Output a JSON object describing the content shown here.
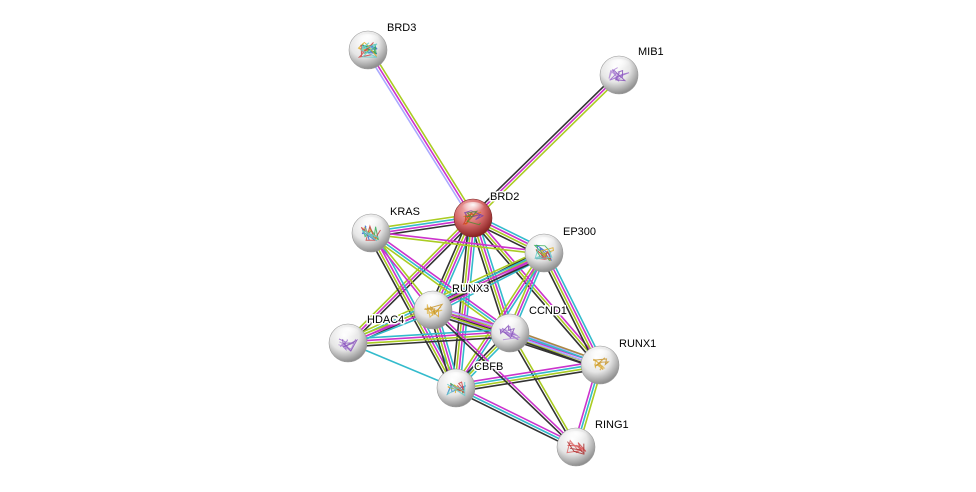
{
  "title": "STRING protein interaction network",
  "edge_colors": {
    "known_curated": "#33bbcc",
    "experimental": "#cc33cc",
    "textmining": "#aacc22",
    "coexpression": "#333333",
    "homology": "#aaaaff",
    "gene_neighborhood": "#aa8844"
  },
  "nodes": [
    {
      "id": "BRD3",
      "label": "BRD3",
      "query": false,
      "protein_hint": "rainbow"
    },
    {
      "id": "MIB1",
      "label": "MIB1",
      "query": false,
      "protein_hint": "purple"
    },
    {
      "id": "BRD2",
      "label": "BRD2",
      "query": true,
      "protein_hint": "orange"
    },
    {
      "id": "KRAS",
      "label": "KRAS",
      "query": false,
      "protein_hint": "rainbow"
    },
    {
      "id": "EP300",
      "label": "EP300",
      "query": false,
      "protein_hint": "rainbow"
    },
    {
      "id": "RUNX3",
      "label": "RUNX3",
      "query": false,
      "protein_hint": "gold"
    },
    {
      "id": "HDAC4",
      "label": "HDAC4",
      "query": false,
      "protein_hint": "purple"
    },
    {
      "id": "CCND1",
      "label": "CCND1",
      "query": false,
      "protein_hint": "purple"
    },
    {
      "id": "RUNX1",
      "label": "RUNX1",
      "query": false,
      "protein_hint": "gold"
    },
    {
      "id": "CBFB",
      "label": "CBFB",
      "query": false,
      "protein_hint": "rainbow"
    },
    {
      "id": "RING1",
      "label": "RING1",
      "query": false,
      "protein_hint": "red"
    }
  ],
  "edges": [
    {
      "source": "BRD2",
      "target": "BRD3",
      "types": [
        "homology",
        "experimental",
        "textmining"
      ]
    },
    {
      "source": "BRD2",
      "target": "MIB1",
      "types": [
        "coexpression",
        "experimental",
        "textmining"
      ]
    },
    {
      "source": "BRD2",
      "target": "KRAS",
      "types": [
        "coexpression",
        "experimental",
        "known_curated",
        "textmining"
      ]
    },
    {
      "source": "BRD2",
      "target": "EP300",
      "types": [
        "known_curated",
        "experimental",
        "textmining",
        "coexpression"
      ]
    },
    {
      "source": "BRD2",
      "target": "RUNX3",
      "types": [
        "known_curated",
        "experimental",
        "textmining",
        "coexpression"
      ]
    },
    {
      "source": "BRD2",
      "target": "HDAC4",
      "types": [
        "coexpression",
        "experimental",
        "textmining"
      ]
    },
    {
      "source": "BRD2",
      "target": "CCND1",
      "types": [
        "known_curated",
        "experimental",
        "textmining",
        "coexpression"
      ]
    },
    {
      "source": "BRD2",
      "target": "RUNX1",
      "types": [
        "experimental",
        "textmining",
        "coexpression"
      ]
    },
    {
      "source": "BRD2",
      "target": "CBFB",
      "types": [
        "known_curated",
        "experimental",
        "textmining",
        "coexpression"
      ]
    },
    {
      "source": "KRAS",
      "target": "EP300",
      "types": [
        "experimental",
        "textmining"
      ]
    },
    {
      "source": "KRAS",
      "target": "CCND1",
      "types": [
        "experimental",
        "known_curated",
        "textmining"
      ]
    },
    {
      "source": "KRAS",
      "target": "CBFB",
      "types": [
        "known_curated",
        "experimental",
        "textmining",
        "coexpression"
      ]
    },
    {
      "source": "KRAS",
      "target": "RUNX3",
      "types": [
        "textmining",
        "experimental"
      ]
    },
    {
      "source": "EP300",
      "target": "RUNX3",
      "types": [
        "known_curated",
        "experimental",
        "textmining",
        "coexpression"
      ]
    },
    {
      "source": "EP300",
      "target": "HDAC4",
      "types": [
        "coexpression",
        "experimental",
        "known_curated",
        "textmining"
      ]
    },
    {
      "source": "EP300",
      "target": "CCND1",
      "types": [
        "known_curated",
        "experimental",
        "textmining"
      ]
    },
    {
      "source": "EP300",
      "target": "RUNX1",
      "types": [
        "known_curated",
        "experimental",
        "textmining",
        "coexpression"
      ]
    },
    {
      "source": "EP300",
      "target": "CBFB",
      "types": [
        "known_curated",
        "experimental",
        "textmining"
      ]
    },
    {
      "source": "RUNX3",
      "target": "HDAC4",
      "types": [
        "known_curated",
        "experimental",
        "textmining"
      ]
    },
    {
      "source": "RUNX3",
      "target": "CCND1",
      "types": [
        "experimental",
        "textmining",
        "coexpression",
        "homology"
      ]
    },
    {
      "source": "RUNX3",
      "target": "CBFB",
      "types": [
        "known_curated",
        "experimental",
        "textmining",
        "coexpression"
      ]
    },
    {
      "source": "RUNX3",
      "target": "RUNX1",
      "types": [
        "homology",
        "experimental",
        "textmining",
        "coexpression"
      ]
    },
    {
      "source": "HDAC4",
      "target": "CCND1",
      "types": [
        "known_curated",
        "experimental",
        "textmining",
        "coexpression"
      ]
    },
    {
      "source": "HDAC4",
      "target": "CBFB",
      "types": [
        "known_curated"
      ]
    },
    {
      "source": "CCND1",
      "target": "RUNX1",
      "types": [
        "gene_neighborhood",
        "known_curated",
        "homology",
        "coexpression"
      ]
    },
    {
      "source": "CCND1",
      "target": "CBFB",
      "types": [
        "known_curated",
        "textmining",
        "coexpression"
      ]
    },
    {
      "source": "CCND1",
      "target": "RING1",
      "types": [
        "textmining",
        "coexpression"
      ]
    },
    {
      "source": "CBFB",
      "target": "RUNX1",
      "types": [
        "experimental",
        "known_curated",
        "textmining",
        "coexpression"
      ]
    },
    {
      "source": "CBFB",
      "target": "RING1",
      "types": [
        "experimental",
        "known_curated",
        "coexpression"
      ]
    },
    {
      "source": "RUNX1",
      "target": "RING1",
      "types": [
        "textmining",
        "known_curated",
        "experimental"
      ]
    },
    {
      "source": "RUNX3",
      "target": "RING1",
      "types": [
        "experimental",
        "coexpression"
      ]
    }
  ]
}
